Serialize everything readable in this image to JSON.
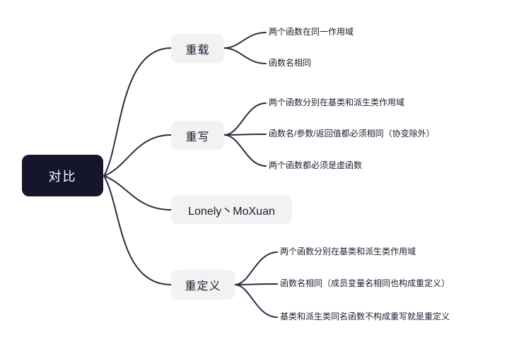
{
  "mindmap": {
    "colors": {
      "canvas_bg": "#ffffff",
      "root_bg": "#15152b",
      "root_text": "#ffffff",
      "branch_bg": "#f2f2f3",
      "branch_text": "#1d1d30",
      "leaf_text": "#1d1d30",
      "connector_line": "#2b2b44"
    },
    "root": {
      "label": "对比"
    },
    "branches": [
      {
        "label": "重载",
        "children": [
          "两个函数在同一作用域",
          "函数名相同"
        ]
      },
      {
        "label": "重写",
        "children": [
          "两个函数分别在基类和派生类作用域",
          "函数名/参数/返回值都必须相同（协变除外）",
          "两个函数都必须是虚函数"
        ]
      },
      {
        "label": "Lonely丶MoXuan",
        "children": []
      },
      {
        "label": "重定义",
        "children": [
          "两个函数分别在基类和派生类作用域",
          "函数名相同（成员变量名相同也构成重定义）",
          "基类和派生类同名函数不构成重写就是重定义"
        ]
      }
    ]
  }
}
